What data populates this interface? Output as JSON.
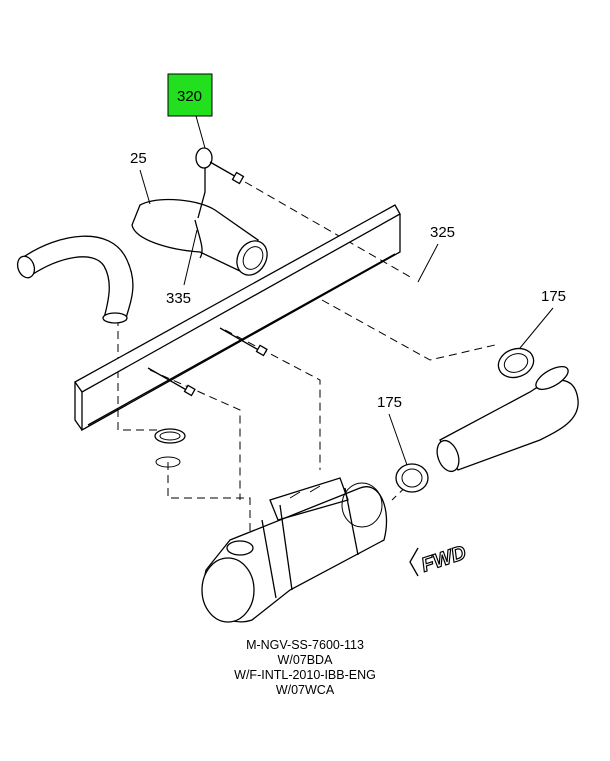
{
  "callouts": {
    "c320": "320",
    "c25": "25",
    "c335": "335",
    "c325": "325",
    "c175a": "175",
    "c175b": "175"
  },
  "highlight_color": "#22e01e",
  "direction_label": "FWD",
  "caption": {
    "line1": "M-NGV-SS-7600-113",
    "line2": "W/07BDA",
    "line3": "W/F-INTL-2010-IBB-ENG",
    "line4": "W/07WCA"
  }
}
